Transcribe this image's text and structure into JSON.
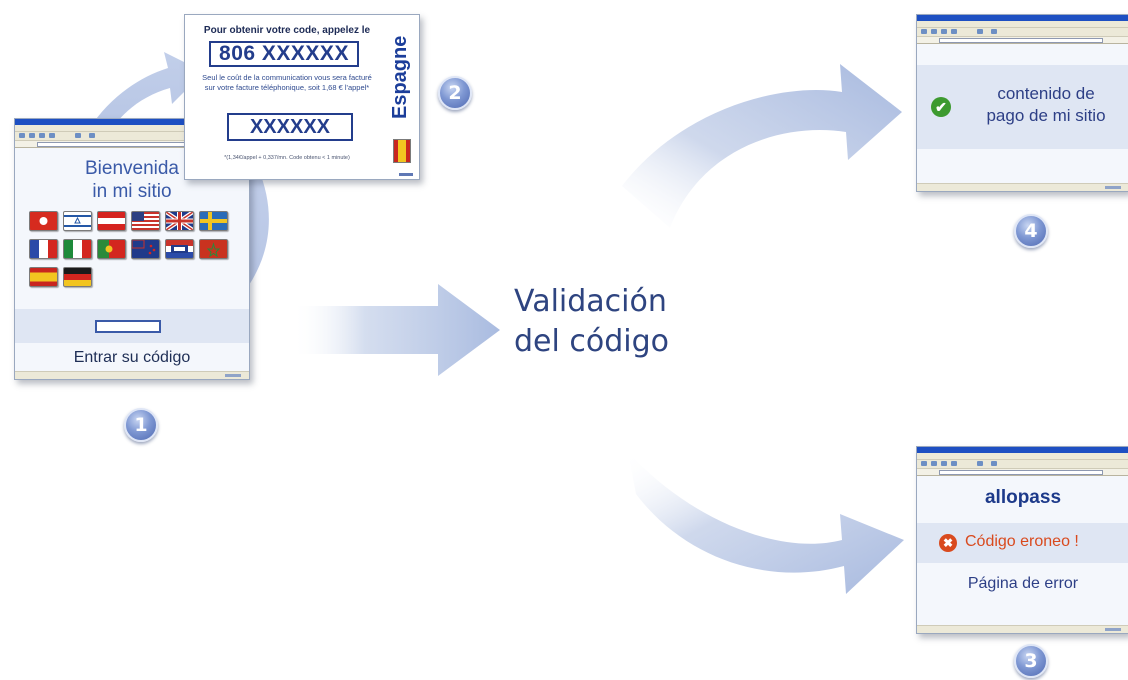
{
  "center": {
    "line1": "Validación",
    "line2": "del código"
  },
  "step1": {
    "welcome_line1": "Bienvenida",
    "welcome_line2": "in mi sitio",
    "enter_code": "Entrar su código",
    "badge": "1"
  },
  "step2": {
    "call_text": "Pour obtenir votre code, appelez le",
    "phone": "806 XXXXXX",
    "cost_line1": "Seul le coût de la communication vous sera facturé",
    "cost_line2": "sur votre facture téléphonique, soit 1,68 € l'appel*",
    "code": "XXXXXX",
    "footnote": "*(1,34€/appel + 0,337/mn. Code obtenu < 1 minute)",
    "country": "Espagne",
    "badge": "2"
  },
  "step3": {
    "brand": "allopass",
    "error": "Código eroneo !",
    "error_page": "Página de error",
    "badge": "3"
  },
  "step4": {
    "content_line1": "contenido de",
    "content_line2": "pago de mi sitio",
    "badge": "4"
  },
  "colors": {
    "arrow": "#b9c7e4",
    "text_blue": "#2f4a8f",
    "band": "#dfe6f3",
    "success_green": "#3d9a2f",
    "error_red": "#d94a1e"
  },
  "icons": [
    "check-circle-icon",
    "error-x-circle-icon",
    "spain-flag-icon"
  ]
}
